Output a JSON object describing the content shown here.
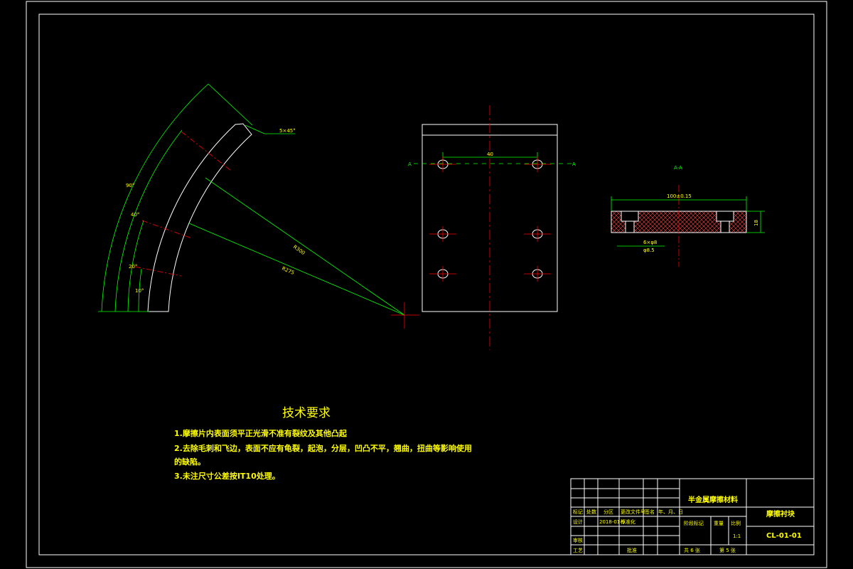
{
  "dimensions": {
    "chamfer": "5×45°",
    "r300": "R300",
    "r275": "R275",
    "ang_top": "90°",
    "ang_mid": "40°",
    "ang_low": "20°",
    "ang_bot": "10°",
    "hole_spacing": "40",
    "width_total": "100±0.15",
    "thickness": "18",
    "hole_note_1": "6×φ8",
    "hole_note_2": "φ8.5",
    "section_arrow": "A",
    "section_label": "A-A"
  },
  "tech": {
    "title": "技术要求",
    "lines": [
      "1.摩擦片内表面须平正光滑不准有裂纹及其他凸起",
      "2.去除毛刺和飞边，表面不应有龟裂，起泡，分层，凹凸不平，翘曲，扭曲等影响使用",
      "的缺陷。",
      "3.未注尺寸公差按IT10处理。"
    ]
  },
  "title_block": {
    "material": "半金属摩擦材料",
    "part_name": "摩擦衬块",
    "drawing_no": "CL-01-01",
    "scale_label": "比例",
    "scale": "1:1",
    "stage_label": "阶段标记",
    "weight_label": "重量",
    "headers": [
      "标记",
      "处数",
      "分区",
      "更改文件号",
      "签名",
      "年、月、日"
    ],
    "design_label": "设计",
    "design_date": "2018-01-9",
    "standard_label": "标准化",
    "review_label": "审核",
    "process_label": "工艺",
    "approve_label": "批准",
    "sheets_total": "共 6 张",
    "sheet_no": "第 5 张"
  }
}
